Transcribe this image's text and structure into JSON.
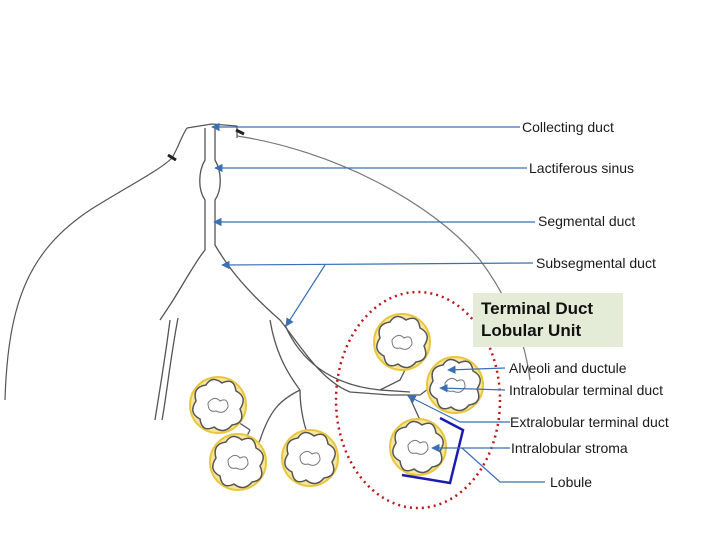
{
  "title_box": {
    "line1": "Terminal Duct",
    "line2": "Lobular Unit"
  },
  "labels": {
    "collecting_duct": "Collecting duct",
    "lactiferous_sinus": "Lactiferous sinus",
    "segmental_duct": "Segmental duct",
    "subsegmental_duct": "Subsegmental duct",
    "alveoli_ductule": "Alveoli and ductule",
    "intralobular_terminal_duct": "Intralobular terminal duct",
    "extralobular_terminal_duct": "Extralobular terminal duct",
    "intralobular_stroma": "Intralobular stroma",
    "lobule": "Lobule"
  },
  "colors": {
    "arrow": "#3a6fb5",
    "lobule_fill": "#f2d35a",
    "tdlu_circle": "#c0161c",
    "lobule_bracket": "#1a1ab0",
    "tdlu_box_bg": "#e4ecd8"
  }
}
